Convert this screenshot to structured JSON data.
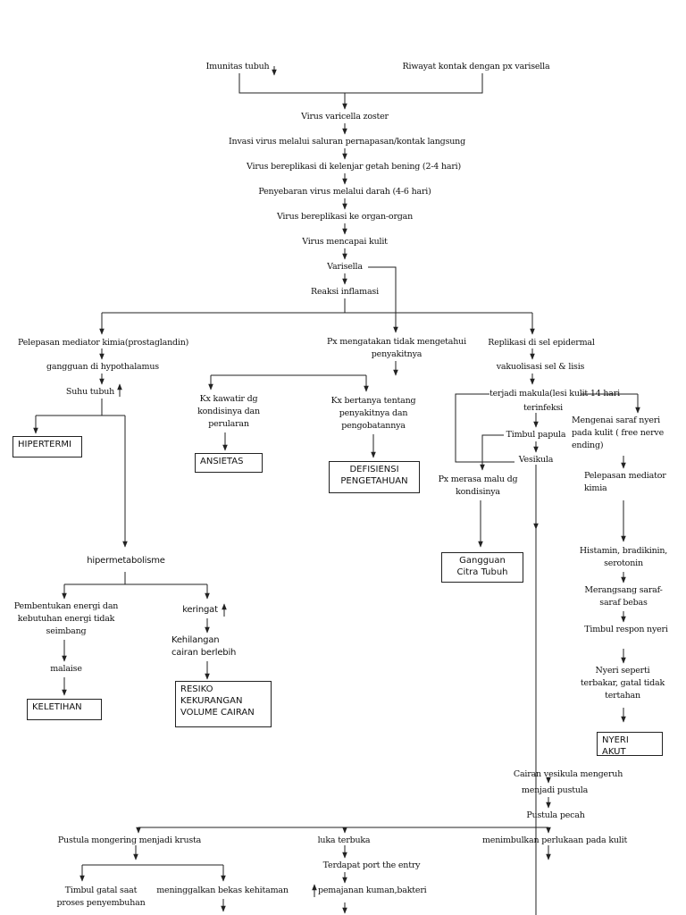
{
  "nodes": {
    "imunitas": "Imunitas tubuh",
    "riwayat": "Riwayat kontak dengan px varisella",
    "virus_vz": "Virus varicella zoster",
    "invasi": "Invasi virus melalui saluran pernapasan/kontak langsung",
    "bereplikasi_kelenjar": "Virus bereplikasi di kelenjar getah bening (2-4 hari)",
    "penyebaran": "Penyebaran virus melalui darah (4-6 hari)",
    "bereplikasi_organ": "Virus bereplikasi ke organ-organ",
    "mencapai_kulit": "Virus mencapai kulit",
    "varisella": "Varisella",
    "reaksi": "Reaksi inflamasi",
    "pelepasan_mediator": "Pelepasan mediator kimia(prostaglandin)",
    "gangguan": "gangguan  di hypothalamus",
    "suhu": "Suhu tubuh",
    "px_mengatakan_1": "Px mengatakan tidak mengetahui",
    "px_mengatakan_2": "penyakitnya",
    "kx_kawatir_1": "Kx kawatir dg",
    "kx_kawatir_2": "kondisinya dan",
    "kx_kawatir_3": "perularan",
    "kx_bertanya_1": "Kx bertanya tentang",
    "kx_bertanya_2": "penyakitnya dan",
    "kx_bertanya_3": "pengobatannya",
    "replikasi": "Replikasi di sel epidermal",
    "vakuolisasi": "vakuolisasi sel & lisis",
    "makula": "terjadi makula(lesi kulit 14 hari",
    "terinfeksi": "terinfeksi",
    "papula": "Timbul papula",
    "vesikula": "Vesikula",
    "mengenai_1": "Mengenai saraf nyeri",
    "mengenai_2": "pada kulit ( free nerve",
    "mengenai_3": "ending)",
    "pelepasan_kimia_1": "Pelepasan mediator",
    "pelepasan_kimia_2": "kimia",
    "px_malu_1": "Px merasa malu dg",
    "px_malu_2": "kondisinya",
    "hipermetabolisme": "hipermetabolisme",
    "pembentukan_1": "Pembentukan energi dan",
    "pembentukan_2": "kebutuhan energi tidak",
    "pembentukan_3": "seimbang",
    "malaise": "malaise",
    "keringat": "keringat",
    "kehilangan_1": "Kehilangan",
    "kehilangan_2": "cairan berlebih",
    "histamin_1": "Histamin, bradikinin,",
    "histamin_2": "serotonin",
    "merangsang_1": "Merangsang saraf-",
    "merangsang_2": "saraf bebas",
    "timbul_respon": "Timbul respon nyeri",
    "nyeri_seperti_1": "Nyeri seperti",
    "nyeri_seperti_2": "terbakar, gatal tidak",
    "nyeri_seperti_3": "tertahan",
    "cairan_vesikula": "Cairan vesikula mengeruh",
    "menjadi_pustula": "menjadi pustula",
    "pustula_pecah": "Pustula pecah",
    "pustula_krusta": "Pustula mongering menjadi krusta",
    "luka_terbuka": "luka terbuka",
    "menimbulkan": "menimbulkan perlukaan pada kulit",
    "port_entry": "Terdapat port the entry",
    "timbul_gatal_1": "Timbul gatal saat",
    "timbul_gatal_2": "proses penyembuhan",
    "bekas_kehitaman": "meninggalkan bekas kehitaman",
    "pemajanan": "pemajanan kuman,bakteri"
  },
  "diagnoses": {
    "hipertermi": "HIPERTERMI",
    "ansietas": "ANSIETAS",
    "defisiensi_1": "DEFISIENSI",
    "defisiensi_2": "PENGETAHUAN",
    "gangguan_citra_1": "Gangguan",
    "gangguan_citra_2": "Citra Tubuh",
    "keletihan": "KELETIHAN",
    "resiko_1": "RESIKO",
    "resiko_2": "KEKURANGAN",
    "resiko_3": "VOLUME CAIRAN",
    "nyeri_akut_1": "NYERI",
    "nyeri_akut_2": "AKUT"
  }
}
